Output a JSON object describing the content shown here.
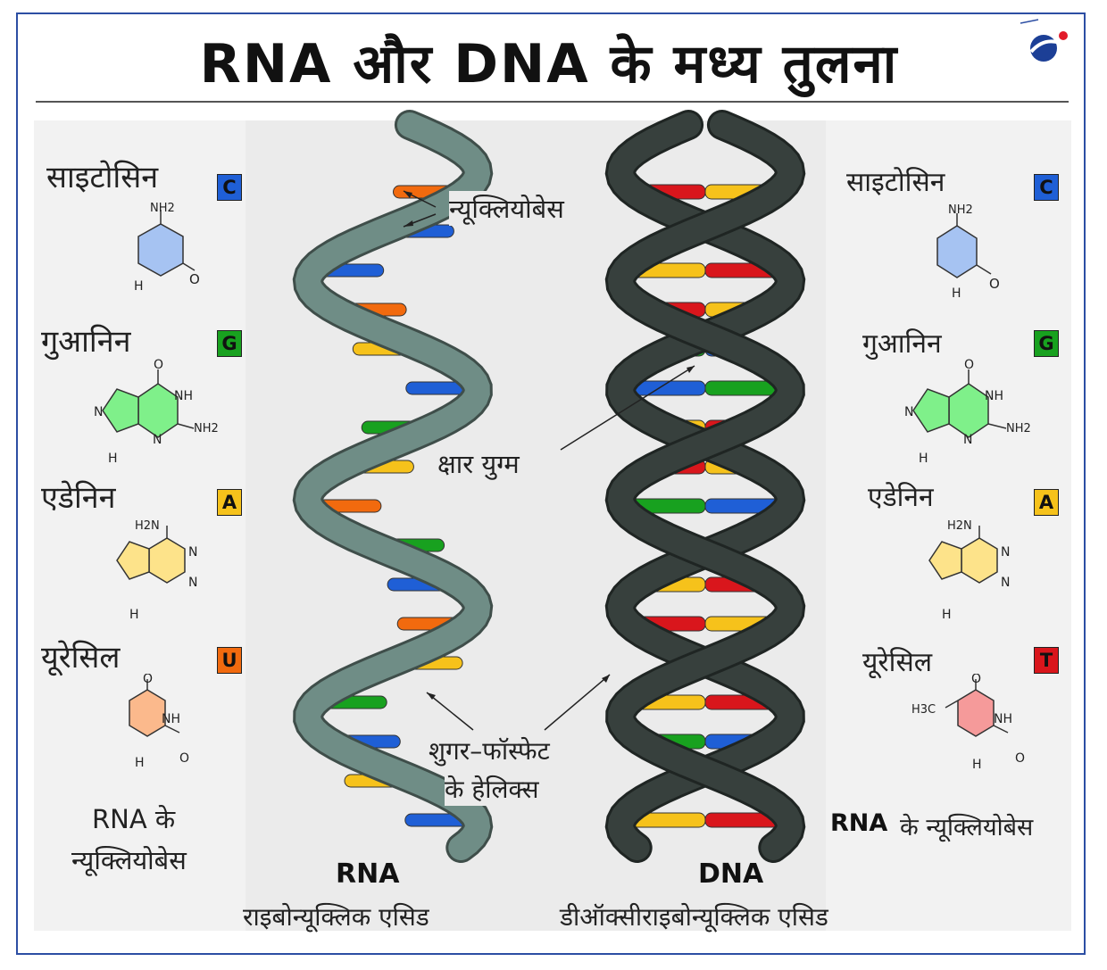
{
  "title": "RNA और DNA के मध्य तुलना",
  "colors": {
    "cytosine": "#1f5fd6",
    "guanine": "#18a11f",
    "adenine": "#f6c21b",
    "uracil": "#f26a0e",
    "thymine": "#d9161c",
    "rna_backbone": "#6f8d86",
    "dna_backbone": "#37403d",
    "frame": "#2c4ea3"
  },
  "left": {
    "bases": [
      {
        "name": "साइटोसिन",
        "letter": "C",
        "color": "#1f5fd6"
      },
      {
        "name": "गुआनिन",
        "letter": "G",
        "color": "#18a11f"
      },
      {
        "name": "एडेनिन",
        "letter": "A",
        "color": "#f6c21b"
      },
      {
        "name": "यूरेसिल",
        "letter": "U",
        "color": "#f26a0e"
      }
    ],
    "footer_line1": "RNA के",
    "footer_line2": "न्यूक्लियोबेस"
  },
  "right": {
    "bases": [
      {
        "name": "साइटोसिन",
        "letter": "C",
        "color": "#1f5fd6"
      },
      {
        "name": "गुआनिन",
        "letter": "G",
        "color": "#18a11f"
      },
      {
        "name": "एडेनिन",
        "letter": "A",
        "color": "#f6c21b"
      },
      {
        "name": "यूरेसिल",
        "letter": "T",
        "color": "#d9161c"
      }
    ],
    "footer_bold": "RNA",
    "footer_rest": "के न्यूक्लियोबेस"
  },
  "molecules": {
    "nh2": "NH2",
    "nh": "NH",
    "n": "N",
    "h": "H",
    "o": "O",
    "h2n": "H2N",
    "h3c": "H3C"
  },
  "annotations": {
    "nucleobase": "न्यूक्लियोबेस",
    "base_pair": "क्षार युग्म",
    "helix_line1": "शुगर–फॉस्फेट",
    "helix_line2": "के हेलिक्स"
  },
  "captions": {
    "rna_title": "RNA",
    "rna_full": "राइबोन्यूक्लिक एसिड",
    "dna_title": "DNA",
    "dna_full": "डीऑक्सीराइबोन्यूक्लिक एसिड"
  }
}
